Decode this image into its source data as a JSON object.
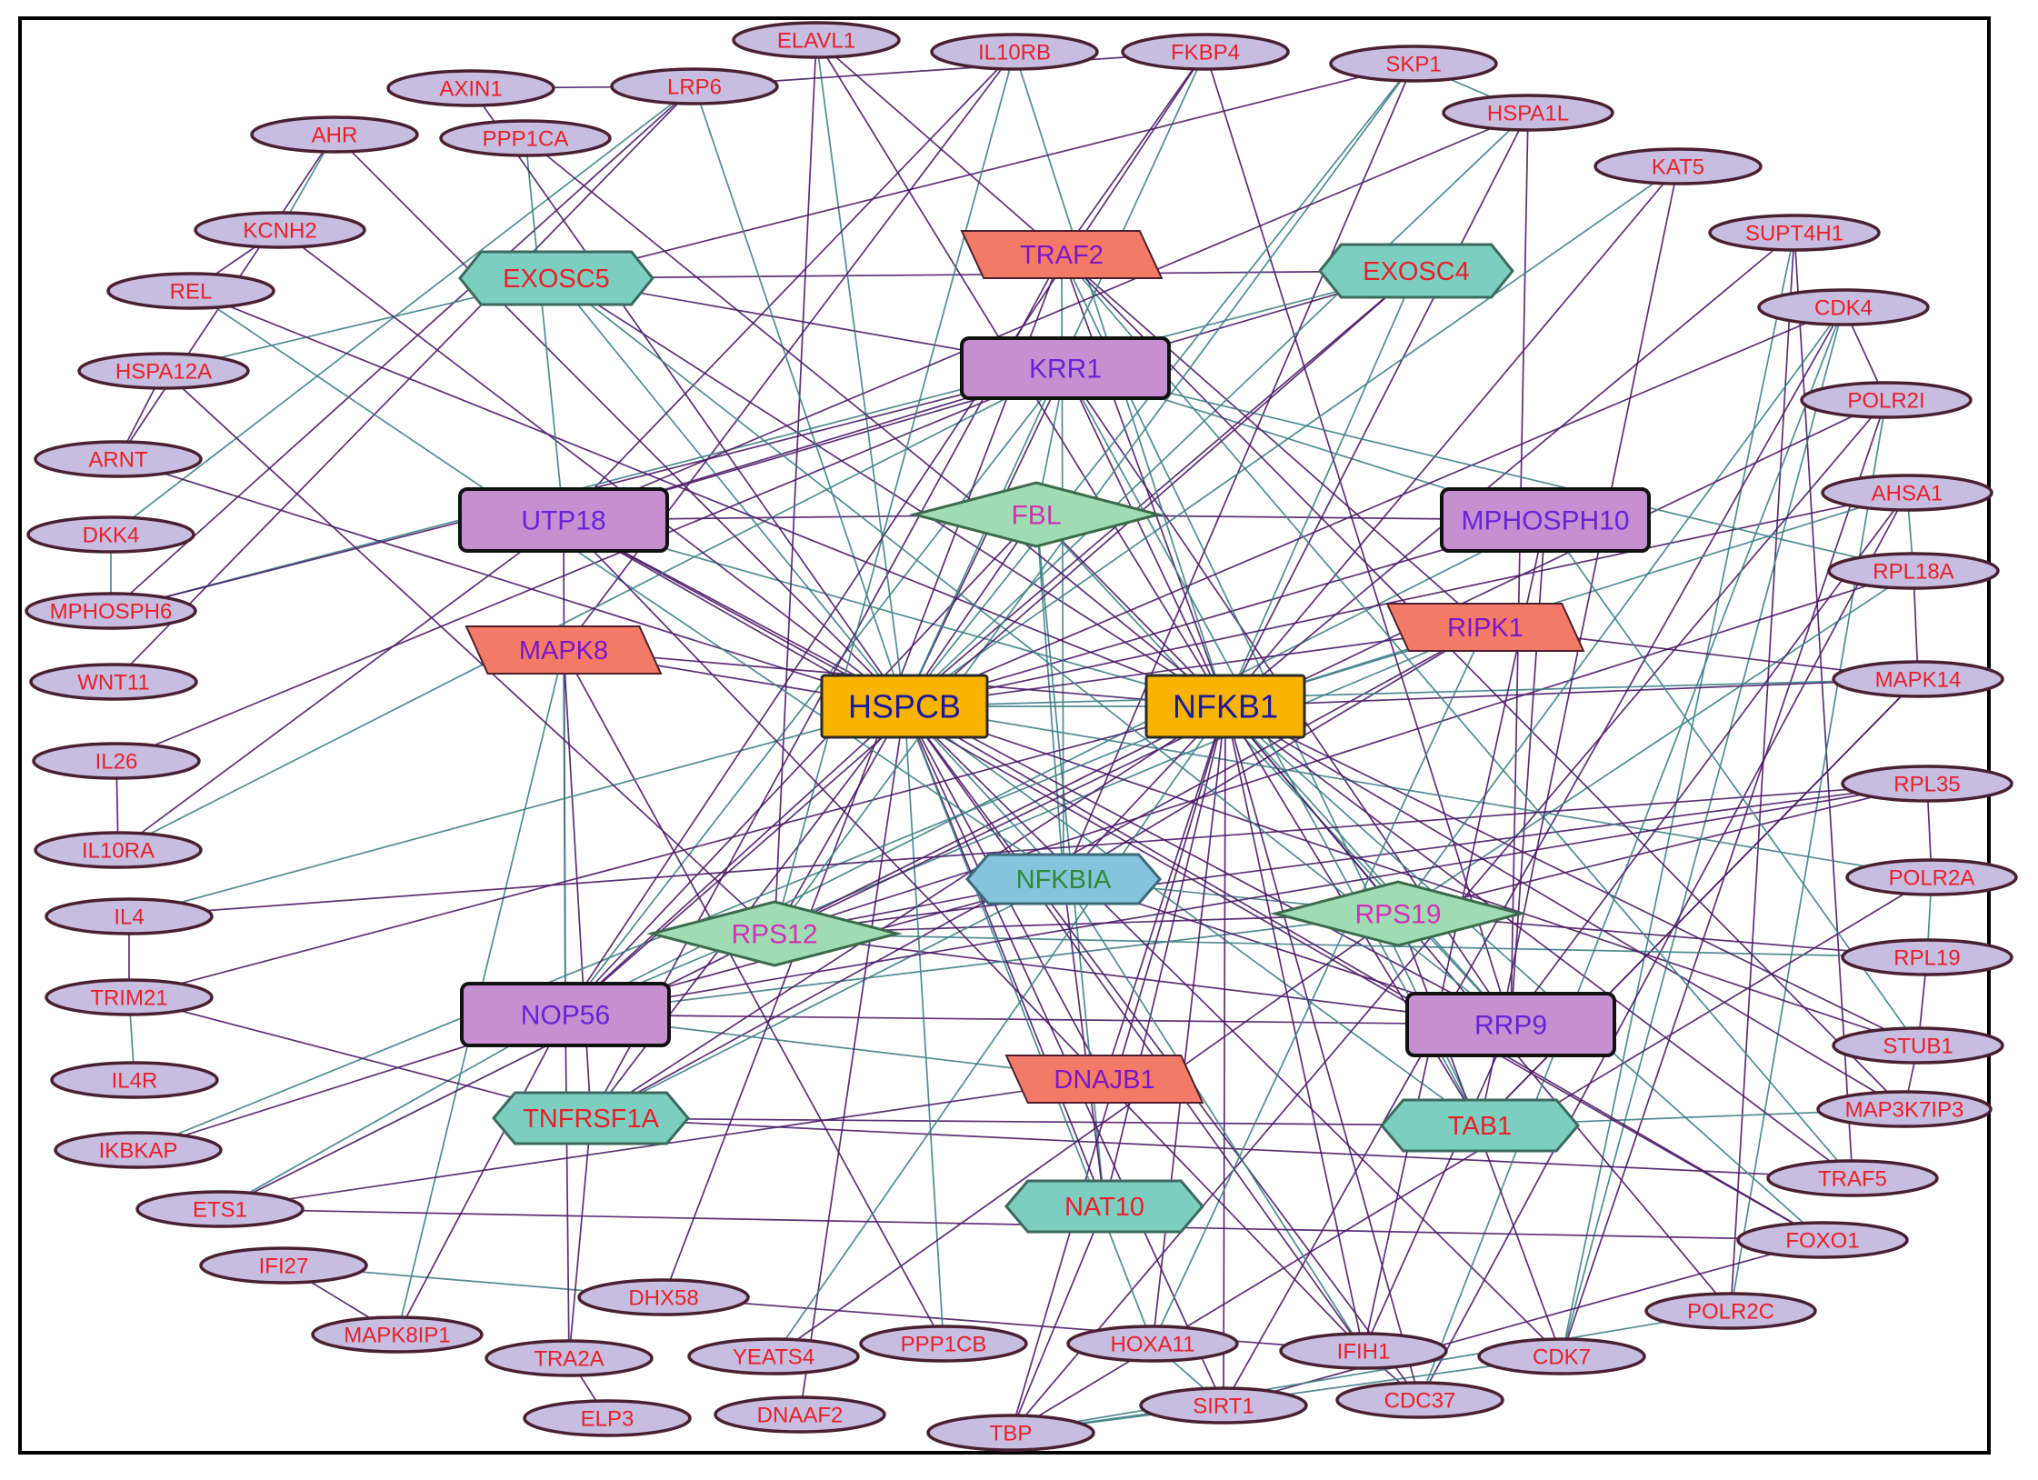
{
  "colors": {
    "edge_purple": "#4b1a66",
    "edge_teal": "#3d7f86",
    "ellipse_fill": "#c6bde0",
    "ellipse_stroke": "#4a2030",
    "ellipse_text": "#e8202a",
    "purple_box_fill": "#c58fd0",
    "purple_box_text": "#6a22d8",
    "gold_box_fill": "#f8b400",
    "gold_box_text": "#1a1aa0",
    "diamond_fill": "#9fdcb3",
    "diamond_text": "#d42fb8",
    "hexagon_fill": "#7ccfc0",
    "hexagon_text": "#e8202a",
    "nfkbia_fill": "#86c3dc",
    "nfkbia_text": "#2e8a3a",
    "parallelogram_fill": "#f37a66",
    "parallelogram_text": "#7a18c8"
  },
  "network": {
    "nodes": [
      {
        "id": "HSPCB",
        "label": "HSPCB",
        "shape": "gold-box"
      },
      {
        "id": "NFKB1",
        "label": "NFKB1",
        "shape": "gold-box"
      },
      {
        "id": "KRR1",
        "label": "KRR1",
        "shape": "purple-box"
      },
      {
        "id": "UTP18",
        "label": "UTP18",
        "shape": "purple-box"
      },
      {
        "id": "MPHOSPH10",
        "label": "MPHOSPH10",
        "shape": "purple-box"
      },
      {
        "id": "NOP56",
        "label": "NOP56",
        "shape": "purple-box"
      },
      {
        "id": "RRP9",
        "label": "RRP9",
        "shape": "purple-box"
      },
      {
        "id": "FBL",
        "label": "FBL",
        "shape": "diamond"
      },
      {
        "id": "RPS12",
        "label": "RPS12",
        "shape": "diamond"
      },
      {
        "id": "RPS19",
        "label": "RPS19",
        "shape": "diamond"
      },
      {
        "id": "EXOSC5",
        "label": "EXOSC5",
        "shape": "hexagon"
      },
      {
        "id": "EXOSC4",
        "label": "EXOSC4",
        "shape": "hexagon"
      },
      {
        "id": "TNFRSF1A",
        "label": "TNFRSF1A",
        "shape": "hexagon"
      },
      {
        "id": "TAB1",
        "label": "TAB1",
        "shape": "hexagon"
      },
      {
        "id": "NAT10",
        "label": "NAT10",
        "shape": "hexagon"
      },
      {
        "id": "NFKBIA",
        "label": "NFKBIA",
        "shape": "hexagon-blue"
      },
      {
        "id": "TRAF2",
        "label": "TRAF2",
        "shape": "parallelogram"
      },
      {
        "id": "MAPK8",
        "label": "MAPK8",
        "shape": "parallelogram"
      },
      {
        "id": "RIPK1",
        "label": "RIPK1",
        "shape": "parallelogram"
      },
      {
        "id": "DNAJB1",
        "label": "DNAJB1",
        "shape": "parallelogram"
      },
      {
        "id": "ELAVL1",
        "label": "ELAVL1",
        "shape": "ellipse"
      },
      {
        "id": "IL10RB",
        "label": "IL10RB",
        "shape": "ellipse"
      },
      {
        "id": "FKBP4",
        "label": "FKBP4",
        "shape": "ellipse"
      },
      {
        "id": "SKP1",
        "label": "SKP1",
        "shape": "ellipse"
      },
      {
        "id": "AXIN1",
        "label": "AXIN1",
        "shape": "ellipse"
      },
      {
        "id": "LRP6",
        "label": "LRP6",
        "shape": "ellipse"
      },
      {
        "id": "HSPA1L",
        "label": "HSPA1L",
        "shape": "ellipse"
      },
      {
        "id": "AHR",
        "label": "AHR",
        "shape": "ellipse"
      },
      {
        "id": "PPP1CA",
        "label": "PPP1CA",
        "shape": "ellipse"
      },
      {
        "id": "KAT5",
        "label": "KAT5",
        "shape": "ellipse"
      },
      {
        "id": "KCNH2",
        "label": "KCNH2",
        "shape": "ellipse"
      },
      {
        "id": "SUPT4H1",
        "label": "SUPT4H1",
        "shape": "ellipse"
      },
      {
        "id": "REL",
        "label": "REL",
        "shape": "ellipse"
      },
      {
        "id": "CDK4",
        "label": "CDK4",
        "shape": "ellipse"
      },
      {
        "id": "HSPA12A",
        "label": "HSPA12A",
        "shape": "ellipse"
      },
      {
        "id": "POLR2I",
        "label": "POLR2I",
        "shape": "ellipse"
      },
      {
        "id": "ARNT",
        "label": "ARNT",
        "shape": "ellipse"
      },
      {
        "id": "AHSA1",
        "label": "AHSA1",
        "shape": "ellipse"
      },
      {
        "id": "DKK4",
        "label": "DKK4",
        "shape": "ellipse"
      },
      {
        "id": "RPL18A",
        "label": "RPL18A",
        "shape": "ellipse"
      },
      {
        "id": "MPHOSPH6",
        "label": "MPHOSPH6",
        "shape": "ellipse"
      },
      {
        "id": "WNT11",
        "label": "WNT11",
        "shape": "ellipse"
      },
      {
        "id": "MAPK14",
        "label": "MAPK14",
        "shape": "ellipse"
      },
      {
        "id": "IL26",
        "label": "IL26",
        "shape": "ellipse"
      },
      {
        "id": "RPL35",
        "label": "RPL35",
        "shape": "ellipse"
      },
      {
        "id": "IL10RA",
        "label": "IL10RA",
        "shape": "ellipse"
      },
      {
        "id": "POLR2A",
        "label": "POLR2A",
        "shape": "ellipse"
      },
      {
        "id": "IL4",
        "label": "IL4",
        "shape": "ellipse"
      },
      {
        "id": "RPL19",
        "label": "RPL19",
        "shape": "ellipse"
      },
      {
        "id": "TRIM21",
        "label": "TRIM21",
        "shape": "ellipse"
      },
      {
        "id": "STUB1",
        "label": "STUB1",
        "shape": "ellipse"
      },
      {
        "id": "IL4R",
        "label": "IL4R",
        "shape": "ellipse"
      },
      {
        "id": "MAP3K7IP3",
        "label": "MAP3K7IP3",
        "shape": "ellipse"
      },
      {
        "id": "IKBKAP",
        "label": "IKBKAP",
        "shape": "ellipse"
      },
      {
        "id": "TRAF5",
        "label": "TRAF5",
        "shape": "ellipse"
      },
      {
        "id": "ETS1",
        "label": "ETS1",
        "shape": "ellipse"
      },
      {
        "id": "FOXO1",
        "label": "FOXO1",
        "shape": "ellipse"
      },
      {
        "id": "IFI27",
        "label": "IFI27",
        "shape": "ellipse"
      },
      {
        "id": "DHX58",
        "label": "DHX58",
        "shape": "ellipse"
      },
      {
        "id": "POLR2C",
        "label": "POLR2C",
        "shape": "ellipse"
      },
      {
        "id": "MAPK8IP1",
        "label": "MAPK8IP1",
        "shape": "ellipse"
      },
      {
        "id": "TRA2A",
        "label": "TRA2A",
        "shape": "ellipse"
      },
      {
        "id": "YEATS4",
        "label": "YEATS4",
        "shape": "ellipse"
      },
      {
        "id": "PPP1CB",
        "label": "PPP1CB",
        "shape": "ellipse"
      },
      {
        "id": "HOXA11",
        "label": "HOXA11",
        "shape": "ellipse"
      },
      {
        "id": "IFIH1",
        "label": "IFIH1",
        "shape": "ellipse"
      },
      {
        "id": "CDK7",
        "label": "CDK7",
        "shape": "ellipse"
      },
      {
        "id": "ELP3",
        "label": "ELP3",
        "shape": "ellipse"
      },
      {
        "id": "DNAAF2",
        "label": "DNAAF2",
        "shape": "ellipse"
      },
      {
        "id": "TBP",
        "label": "TBP",
        "shape": "ellipse"
      },
      {
        "id": "SIRT1",
        "label": "SIRT1",
        "shape": "ellipse"
      },
      {
        "id": "CDC37",
        "label": "CDC37",
        "shape": "ellipse"
      }
    ],
    "edges": [
      [
        "AXIN1",
        "LRP6"
      ],
      [
        "AHR",
        "KCNH2"
      ],
      [
        "KCNH2",
        "REL"
      ],
      [
        "HSPA12A",
        "ARNT"
      ],
      [
        "DKK4",
        "MPHOSPH6"
      ],
      [
        "IL26",
        "IL10RA"
      ],
      [
        "IL4",
        "TRIM21"
      ],
      [
        "TRIM21",
        "IL4R"
      ],
      [
        "IFI27",
        "MAPK8IP1"
      ],
      [
        "TRA2A",
        "ELP3"
      ],
      [
        "TBP",
        "SIRT1"
      ],
      [
        "IFIH1",
        "CDC37"
      ],
      [
        "CDK4",
        "POLR2I"
      ],
      [
        "AHSA1",
        "RPL18A"
      ],
      [
        "RPL18A",
        "MAPK14"
      ],
      [
        "RPL35",
        "POLR2A"
      ],
      [
        "POLR2A",
        "RPL19"
      ],
      [
        "RPL19",
        "STUB1"
      ],
      [
        "STUB1",
        "MAP3K7IP3"
      ],
      [
        "SKP1",
        "HSPA1L"
      ],
      [
        "UTP18",
        "FBL"
      ],
      [
        "FBL",
        "MPHOSPH10"
      ],
      [
        "HSPCB",
        "NFKB1"
      ],
      [
        "UTP18",
        "NOP56"
      ],
      [
        "NOP56",
        "RRP9"
      ],
      [
        "KRR1",
        "FBL"
      ],
      [
        "FBL",
        "HSPCB"
      ],
      [
        "FBL",
        "NFKB1"
      ],
      [
        "FBL",
        "NFKBIA"
      ],
      [
        "HSPCB",
        "RPS12"
      ],
      [
        "NFKB1",
        "RPS19"
      ],
      [
        "NFKB1",
        "RRP9"
      ],
      [
        "HSPCB",
        "NOP56"
      ],
      [
        "KRR1",
        "UTP18"
      ],
      [
        "KRR1",
        "MPHOSPH10"
      ],
      [
        "KRR1",
        "HSPCB"
      ],
      [
        "KRR1",
        "NFKB1"
      ],
      [
        "KRR1",
        "NOP56"
      ],
      [
        "KRR1",
        "RRP9"
      ],
      [
        "UTP18",
        "HSPCB"
      ],
      [
        "UTP18",
        "NFKB1"
      ],
      [
        "UTP18",
        "RRP9"
      ],
      [
        "MPHOSPH10",
        "HSPCB"
      ],
      [
        "MPHOSPH10",
        "NOP56"
      ],
      [
        "MPHOSPH10",
        "RRP9"
      ],
      [
        "NOP56",
        "FBL"
      ],
      [
        "RRP9",
        "FBL"
      ],
      [
        "RPS12",
        "RPS19"
      ],
      [
        "RPS12",
        "RRP9"
      ],
      [
        "RPS19",
        "NOP56"
      ],
      [
        "EXOSC5",
        "EXOSC4"
      ],
      [
        "EXOSC5",
        "KRR1"
      ],
      [
        "EXOSC5",
        "HSPCB"
      ],
      [
        "EXOSC5",
        "NFKB1"
      ],
      [
        "EXOSC4",
        "HSPCB"
      ],
      [
        "EXOSC4",
        "NFKB1"
      ],
      [
        "EXOSC4",
        "UTP18"
      ],
      [
        "TRAF2",
        "NFKB1"
      ],
      [
        "TRAF2",
        "NFKBIA"
      ],
      [
        "TRAF2",
        "RIPK1"
      ],
      [
        "TRAF2",
        "TNFRSF1A"
      ],
      [
        "TRAF2",
        "TAB1"
      ],
      [
        "MAPK8",
        "HSPCB"
      ],
      [
        "MAPK8",
        "NFKB1"
      ],
      [
        "MAPK8",
        "NOP56"
      ],
      [
        "MAPK8",
        "TNFRSF1A"
      ],
      [
        "RIPK1",
        "HSPCB"
      ],
      [
        "RIPK1",
        "NFKB1"
      ],
      [
        "RIPK1",
        "NFKBIA"
      ],
      [
        "RIPK1",
        "TNFRSF1A"
      ],
      [
        "RIPK1",
        "NOP56"
      ],
      [
        "DNAJB1",
        "HSPCB"
      ],
      [
        "DNAJB1",
        "NFKB1"
      ],
      [
        "DNAJB1",
        "NOP56"
      ],
      [
        "NAT10",
        "HSPCB"
      ],
      [
        "NAT10",
        "NFKB1"
      ],
      [
        "NAT10",
        "FBL"
      ],
      [
        "NAT10",
        "NFKBIA"
      ],
      [
        "TAB1",
        "MAPK14"
      ],
      [
        "TAB1",
        "HSPCB"
      ],
      [
        "TAB1",
        "NFKB1"
      ],
      [
        "TAB1",
        "TNFRSF1A"
      ],
      [
        "TNFRSF1A",
        "NFKBIA"
      ],
      [
        "TNFRSF1A",
        "NFKB1"
      ],
      [
        "TNFRSF1A",
        "HSPCB"
      ],
      [
        "NFKBIA",
        "HSPCB"
      ],
      [
        "NFKBIA",
        "NFKB1"
      ],
      [
        "NFKBIA",
        "RPS12"
      ],
      [
        "NFKBIA",
        "RPS19"
      ],
      [
        "NFKBIA",
        "RRP9"
      ],
      [
        "NFKBIA",
        "NOP56"
      ],
      [
        "ELAVL1",
        "HSPCB"
      ],
      [
        "ELAVL1",
        "NFKB1"
      ],
      [
        "ELAVL1",
        "RPS12"
      ],
      [
        "IL10RB",
        "NFKB1"
      ],
      [
        "IL10RB",
        "UTP18"
      ],
      [
        "IL10RB",
        "MAPK8"
      ],
      [
        "FKBP4",
        "HSPCB"
      ],
      [
        "FKBP4",
        "TRAF2"
      ],
      [
        "FKBP4",
        "RRP9"
      ],
      [
        "SKP1",
        "HSPCB"
      ],
      [
        "SKP1",
        "NFKBIA"
      ],
      [
        "SKP1",
        "EXOSC5"
      ],
      [
        "LRP6",
        "HSPCB"
      ],
      [
        "LRP6",
        "FKBP4"
      ],
      [
        "HSPA1L",
        "NFKB1"
      ],
      [
        "HSPA1L",
        "HSPCB"
      ],
      [
        "HSPA1L",
        "RRP9"
      ],
      [
        "KAT5",
        "NFKB1"
      ],
      [
        "KAT5",
        "HSPCB"
      ],
      [
        "SUPT4H1",
        "NFKB1"
      ],
      [
        "SUPT4H1",
        "TRAF5"
      ],
      [
        "SUPT4H1",
        "CDK7"
      ],
      [
        "SUPT4H1",
        "POLR2C"
      ],
      [
        "CDK4",
        "HSPCB"
      ],
      [
        "CDK4",
        "CDK7"
      ],
      [
        "CDK4",
        "SIRT1"
      ],
      [
        "POLR2I",
        "CDK7"
      ],
      [
        "POLR2I",
        "POLR2C"
      ],
      [
        "POLR2I",
        "TBP"
      ],
      [
        "AHSA1",
        "HSPCB"
      ],
      [
        "AHSA1",
        "NFKB1"
      ],
      [
        "AHSA1",
        "CDC37"
      ],
      [
        "RPL18A",
        "RPS12"
      ],
      [
        "RPL18A",
        "RPS19"
      ],
      [
        "MAPK14",
        "NFKB1"
      ],
      [
        "MAPK14",
        "TAB1"
      ],
      [
        "MAPK14",
        "HSPCB"
      ],
      [
        "RPL35",
        "RPS19"
      ],
      [
        "RPL35",
        "RPS12"
      ],
      [
        "POLR2A",
        "HSPCB"
      ],
      [
        "POLR2A",
        "TBP"
      ],
      [
        "RPL19",
        "RPS19"
      ],
      [
        "RPL19",
        "RPS12"
      ],
      [
        "STUB1",
        "HSPCB"
      ],
      [
        "STUB1",
        "NFKB1"
      ],
      [
        "MAP3K7IP3",
        "TAB1"
      ],
      [
        "MAP3K7IP3",
        "NFKB1"
      ],
      [
        "MAP3K7IP3",
        "TRAF2"
      ],
      [
        "TRAF5",
        "TRAF2"
      ],
      [
        "TRAF5",
        "NFKB1"
      ],
      [
        "TRAF5",
        "TNFRSF1A"
      ],
      [
        "FOXO1",
        "NFKB1"
      ],
      [
        "FOXO1",
        "SIRT1"
      ],
      [
        "FOXO1",
        "HSPCB"
      ],
      [
        "POLR2C",
        "TBP"
      ],
      [
        "POLR2C",
        "NFKB1"
      ],
      [
        "CDK7",
        "HSPCB"
      ],
      [
        "CDK7",
        "TBP"
      ],
      [
        "CDC37",
        "HSPCB"
      ],
      [
        "CDC37",
        "NFKB1"
      ],
      [
        "CDC37",
        "CDK4"
      ],
      [
        "SIRT1",
        "NFKB1"
      ],
      [
        "SIRT1",
        "HSPCB"
      ],
      [
        "SIRT1",
        "HOXA11"
      ],
      [
        "TBP",
        "NAT10"
      ],
      [
        "TBP",
        "NFKB1"
      ],
      [
        "HOXA11",
        "HSPCB"
      ],
      [
        "HOXA11",
        "NFKB1"
      ],
      [
        "IFIH1",
        "NFKB1"
      ],
      [
        "IFIH1",
        "NFKBIA"
      ],
      [
        "IFIH1",
        "DHX58"
      ],
      [
        "IFIH1",
        "HSPCB"
      ],
      [
        "PPP1CB",
        "HSPCB"
      ],
      [
        "PPP1CB",
        "MAPK8"
      ],
      [
        "DNAAF2",
        "HSPCB"
      ],
      [
        "YEATS4",
        "NFKB1"
      ],
      [
        "YEATS4",
        "RPS19"
      ],
      [
        "DHX58",
        "TRAF2"
      ],
      [
        "DHX58",
        "IFI27"
      ],
      [
        "TRA2A",
        "NOP56"
      ],
      [
        "TRA2A",
        "TNFRSF1A"
      ],
      [
        "MAPK8IP1",
        "MAPK8"
      ],
      [
        "MAPK8IP1",
        "NOP56"
      ],
      [
        "ETS1",
        "NFKB1"
      ],
      [
        "ETS1",
        "NOP56"
      ],
      [
        "ETS1",
        "FOXO1"
      ],
      [
        "IKBKAP",
        "NOP56"
      ],
      [
        "IKBKAP",
        "NFKB1"
      ],
      [
        "TRIM21",
        "NFKB1"
      ],
      [
        "TRIM21",
        "TNFRSF1A"
      ],
      [
        "IL4",
        "HSPCB"
      ],
      [
        "IL4",
        "RPL35"
      ],
      [
        "IL10RA",
        "UTP18"
      ],
      [
        "IL10RA",
        "KRR1"
      ],
      [
        "IL26",
        "KRR1"
      ],
      [
        "WNT11",
        "LRP6"
      ],
      [
        "MPHOSPH6",
        "EXOSC4"
      ],
      [
        "MPHOSPH6",
        "KRR1"
      ],
      [
        "MPHOSPH6",
        "LRP6"
      ],
      [
        "DKK4",
        "LRP6"
      ],
      [
        "ARNT",
        "AHR"
      ],
      [
        "ARNT",
        "HSPCB"
      ],
      [
        "HSPA12A",
        "EXOSC5"
      ],
      [
        "HSPA12A",
        "RPS12"
      ],
      [
        "REL",
        "NFKB1"
      ],
      [
        "REL",
        "NFKBIA"
      ],
      [
        "KCNH2",
        "HSPCB"
      ],
      [
        "AHR",
        "HSPCB"
      ],
      [
        "PPP1CA",
        "UTP18"
      ],
      [
        "PPP1CA",
        "NFKB1"
      ],
      [
        "AXIN1",
        "HSPCB"
      ],
      [
        "IL10RB",
        "RPS12"
      ],
      [
        "ELAVL1",
        "TRAF2"
      ],
      [
        "FKBP4",
        "NOP56"
      ],
      [
        "SKP1",
        "RPS12"
      ],
      [
        "KAT5",
        "TAB1"
      ],
      [
        "HSPA1L",
        "UTP18"
      ],
      [
        "CDK4",
        "RPS19"
      ],
      [
        "POLR2I",
        "RPS12"
      ],
      [
        "AHSA1",
        "RRP9"
      ],
      [
        "RPL18A",
        "KRR1"
      ],
      [
        "MAPK14",
        "RIPK1"
      ],
      [
        "RPL35",
        "NOP56"
      ],
      [
        "STUB1",
        "MPHOSPH10"
      ],
      [
        "FOXO1",
        "UTP18"
      ],
      [
        "CDK7",
        "RPS19"
      ],
      [
        "HOXA11",
        "RIPK1"
      ],
      [
        "IFIH1",
        "RRP9"
      ],
      [
        "ETS1",
        "DNAJB1"
      ],
      [
        "KRR1",
        "TAB1"
      ],
      [
        "MPHOSPH10",
        "IFIH1"
      ],
      [
        "UTP18",
        "IFIH1"
      ],
      [
        "EXOSC5",
        "RRP9"
      ],
      [
        "EXOSC4",
        "NOP56"
      ]
    ]
  }
}
